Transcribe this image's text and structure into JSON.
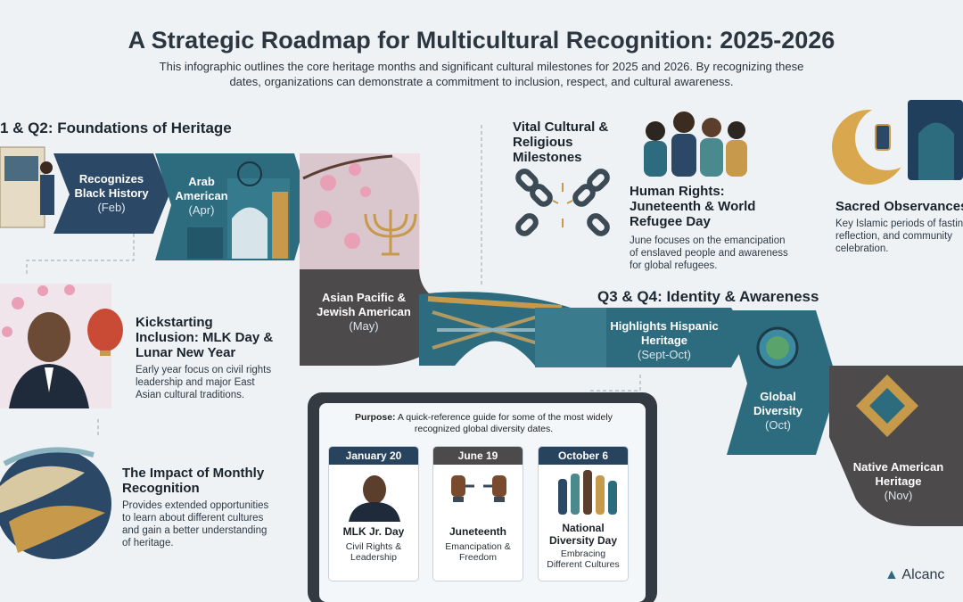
{
  "header": {
    "title": "A Strategic Roadmap for Multicultural Recognition: 2025-2026",
    "subtitle": "This infographic outlines the core heritage months and significant cultural milestones for 2025 and 2026. By recognizing these dates, organizations can demonstrate a commitment to inclusion, respect, and cultural awareness."
  },
  "sections": {
    "q1q2": "1 & Q2: Foundations of Heritage",
    "q3q4": "Q3 & Q4: Identity & Awareness",
    "vital": "Vital Cultural & Religious Milestones"
  },
  "chevrons": {
    "black_history": {
      "title": "Recognizes Black History",
      "date": "(Feb)"
    },
    "arab": {
      "title": "Arab American",
      "date": "(Apr)"
    },
    "aapi": {
      "title": "Asian Pacific & Jewish American",
      "date": "(May)"
    },
    "hispanic": {
      "title": "Highlights Hispanic Heritage",
      "date": "(Sept-Oct)"
    },
    "global": {
      "title": "Global Diversity",
      "date": "(Oct)"
    },
    "native": {
      "title": "Native American Heritage",
      "date": "(Nov)"
    }
  },
  "blocks": {
    "mlk": {
      "title": "Kickstarting Inclusion: MLK Day & Lunar New Year",
      "body": "Early year focus on civil rights leadership and major East Asian cultural traditions."
    },
    "impact": {
      "title": "The Impact of Monthly Recognition",
      "body": "Provides extended opportunities to learn about different cultures and gain a better understanding of heritage."
    },
    "human_rights": {
      "title": "Human Rights: Juneteenth & World Refugee Day",
      "body": "June focuses on the emancipation of enslaved people and awareness for global refugees."
    },
    "sacred": {
      "title": "Sacred Observances: Ramadan & Eid al-Fitr",
      "body": "Key Islamic periods of fasting, reflection, and community celebration."
    }
  },
  "tablet": {
    "purpose_label": "Purpose:",
    "purpose_text": " A quick-reference guide for some of the most widely recognized global diversity dates.",
    "cards": [
      {
        "date": "January 20",
        "title": "MLK Jr. Day",
        "sub": "Civil Rights & Leadership"
      },
      {
        "date": "June 19",
        "title": "Juneteenth",
        "sub": "Emancipation & Freedom"
      },
      {
        "date": "October 6",
        "title": "National Diversity Day",
        "sub": "Embracing Different Cultures"
      }
    ]
  },
  "brand": {
    "name": "Alcanc"
  },
  "colors": {
    "teal": "#2e6b80",
    "navy": "#27435e",
    "charcoal": "#4d4a4c",
    "gold": "#c79a4b"
  }
}
